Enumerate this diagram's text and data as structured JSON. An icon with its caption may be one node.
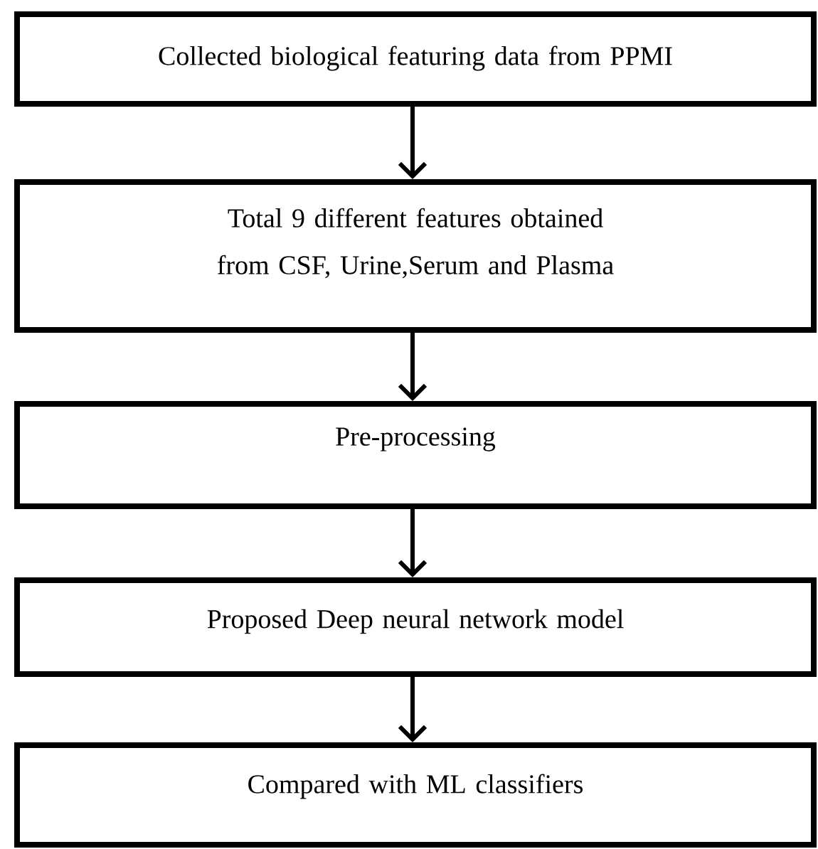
{
  "diagram": {
    "nodes": [
      {
        "text": [
          "Collected biological featuring data from PPMI"
        ]
      },
      {
        "text": [
          "Total 9 different features obtained from CSF, Urine,Serum and Plasma"
        ]
      },
      {
        "text": [
          "Pre-processing"
        ]
      },
      {
        "text": [
          "Proposed Deep neural network model"
        ]
      },
      {
        "text": [
          "Compared with ML classifiers"
        ]
      }
    ],
    "edges": [
      {
        "from": 0,
        "to": 1,
        "arrow": "to"
      },
      {
        "from": 1,
        "to": 2,
        "arrow": "to"
      },
      {
        "from": 2,
        "to": 3,
        "arrow": "to"
      },
      {
        "from": 3,
        "to": 4,
        "arrow": "to"
      }
    ]
  }
}
